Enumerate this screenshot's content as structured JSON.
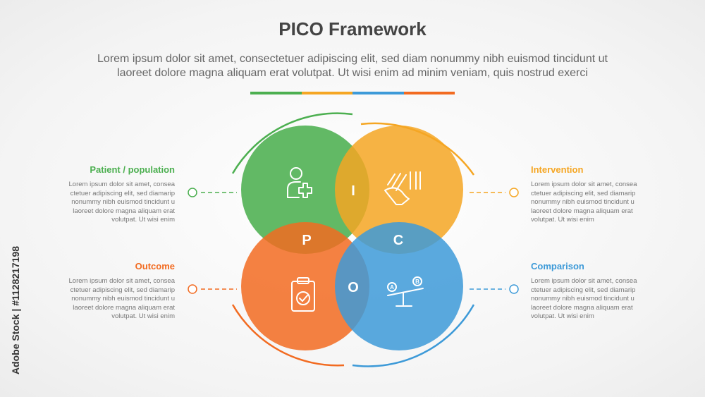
{
  "title": "PICO Framework",
  "subtitle_line1": "Lorem ipsum dolor sit amet, consectetuer adipiscing elit, sed diam nonummy nibh euismod tincidunt ut",
  "subtitle_line2": "laoreet dolore magna aliquam erat volutpat. Ut wisi enim ad minim veniam, quis nostrud exerci",
  "colors": {
    "green": "#4caf50",
    "orange": "#f5a623",
    "blue": "#3d9ad8",
    "red": "#f26b21"
  },
  "items": {
    "patient": {
      "heading": "Patient / population",
      "lines": [
        "Lorem ipsum dolor sit amet, consea",
        "ctetuer adipiscing elit, sed diamarip",
        "nonummy nibh euismod tincidunt u",
        "laoreet dolore magna aliquam erat",
        "volutpat. Ut wisi enim"
      ],
      "icon": "user-plus-icon"
    },
    "intervention": {
      "heading": "Intervention",
      "lines": [
        "Lorem ipsum dolor sit amet, consea",
        "ctetuer adipiscing elit, sed diamarip",
        "nonummy nibh euismod tincidunt u",
        "laoreet dolore magna aliquam erat",
        "volutpat. Ut wisi enim"
      ],
      "icon": "hand-stop-icon"
    },
    "outcome": {
      "heading": "Outcome",
      "lines": [
        "Lorem ipsum dolor sit amet, consea",
        "ctetuer adipiscing elit, sed diamarip",
        "nonummy nibh euismod tincidunt u",
        "laoreet dolore magna aliquam erat",
        "volutpat. Ut wisi enim"
      ],
      "icon": "clipboard-check-icon"
    },
    "comparison": {
      "heading": "Comparison",
      "lines": [
        "Lorem ipsum dolor sit amet, consea",
        "ctetuer adipiscing elit, sed diamarip",
        "nonummy nibh euismod tincidunt u",
        "laoreet dolore magna aliquam erat",
        "volutpat. Ut wisi enim"
      ],
      "icon": "seesaw-balance-icon"
    }
  },
  "letters": {
    "p": "P",
    "i": "I",
    "c": "C",
    "o": "O"
  },
  "seesaw_labels": {
    "a": "A",
    "b": "B"
  },
  "sidebar_text": "Adobe Stock | #1128217198"
}
